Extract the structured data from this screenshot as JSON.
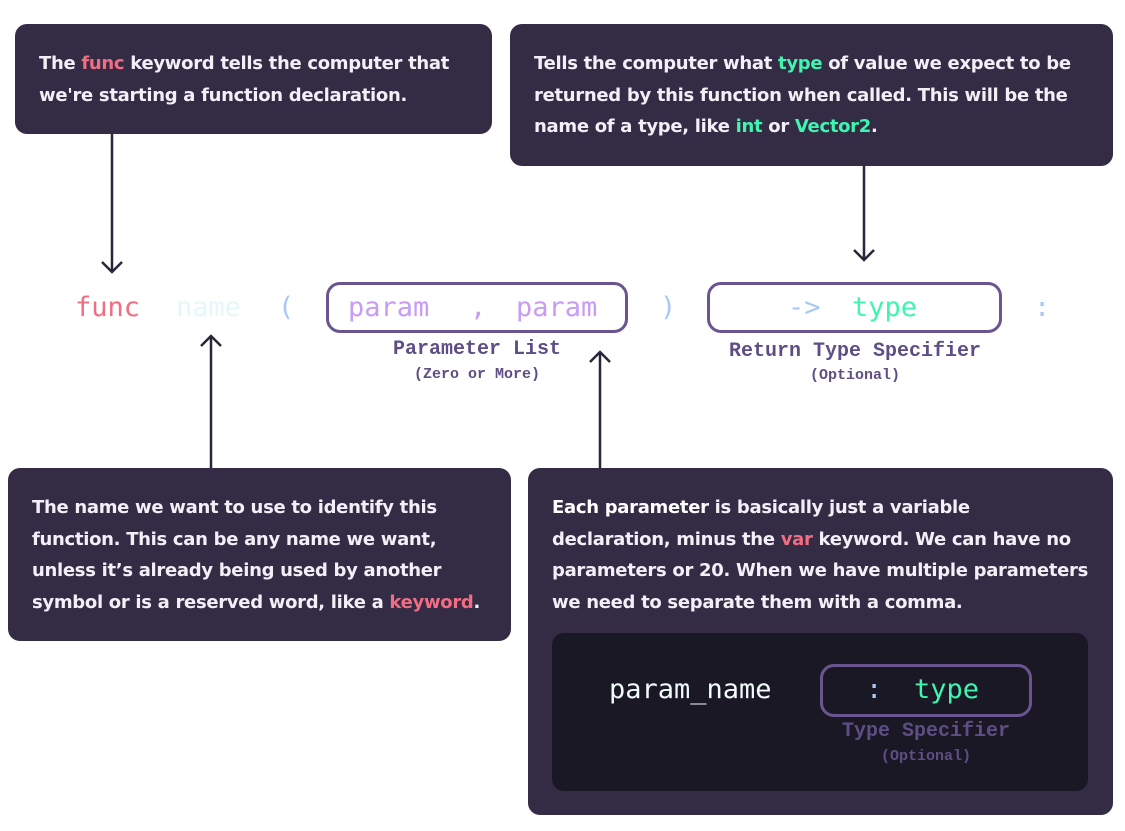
{
  "callouts": {
    "func": {
      "t1": "The ",
      "kw": "func",
      "t2": " keyword tells the computer that we're starting a function declaration."
    },
    "type": {
      "t1": "Tells the computer what ",
      "ty1": "type",
      "t2": " of value we expect to be returned by this function when called. This will be the name of a type, like ",
      "ty2": "int",
      "t3": " or ",
      "ty3": "Vector2",
      "t4": "."
    },
    "name": {
      "t1": "The name we want to use to identify this function. This can be any name we want, unless it’s already being used by another symbol or is a reserved word, like a ",
      "kw": "keyword",
      "t2": "."
    },
    "param": {
      "t1": "Each ",
      "wh": "parameter",
      "t2": " is basically just a variable declaration, minus the ",
      "kw": "var",
      "t3": " keyword. We can have no parameters or 20. When we have multiple parameters we need to separate them with a comma."
    }
  },
  "code": {
    "func": "func",
    "name": "name",
    "open": "(",
    "param1": "param",
    "comma": ",",
    "param2": "param",
    "close": ")",
    "arrow": "->",
    "type": "type",
    "colon": ":"
  },
  "labels": {
    "param_list": "Parameter List",
    "param_list_sub": "(Zero or More)",
    "return_type": "Return Type Specifier",
    "return_type_sub": "(Optional)"
  },
  "example": {
    "param_name": "param_name",
    "colon": ":",
    "type": "type",
    "label": "Type Specifier",
    "label_sub": "(Optional)"
  },
  "colors": {
    "keyword": "#f26d82",
    "type": "#3ff5b0",
    "param": "#c89cf5",
    "punct": "#a9c8f5",
    "name": "#e6f7f8",
    "box": "#342b45",
    "frame": "#6a5590",
    "label": "#5e4e86"
  }
}
